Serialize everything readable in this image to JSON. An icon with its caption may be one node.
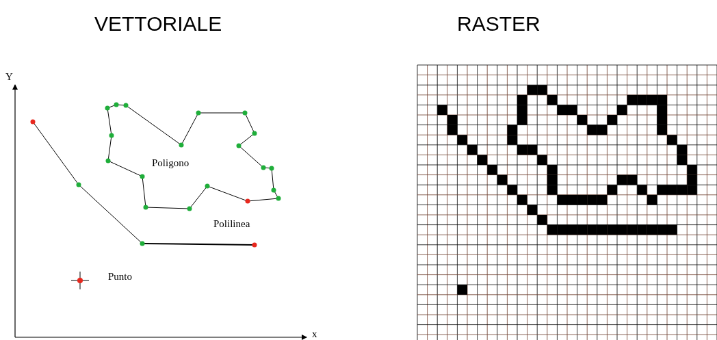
{
  "diagram": {
    "labels": [
      "VETTORIALE",
      "RASTER",
      "Y",
      "Poligono",
      "Polilinea",
      "Punto",
      "x"
    ]
  }
}
